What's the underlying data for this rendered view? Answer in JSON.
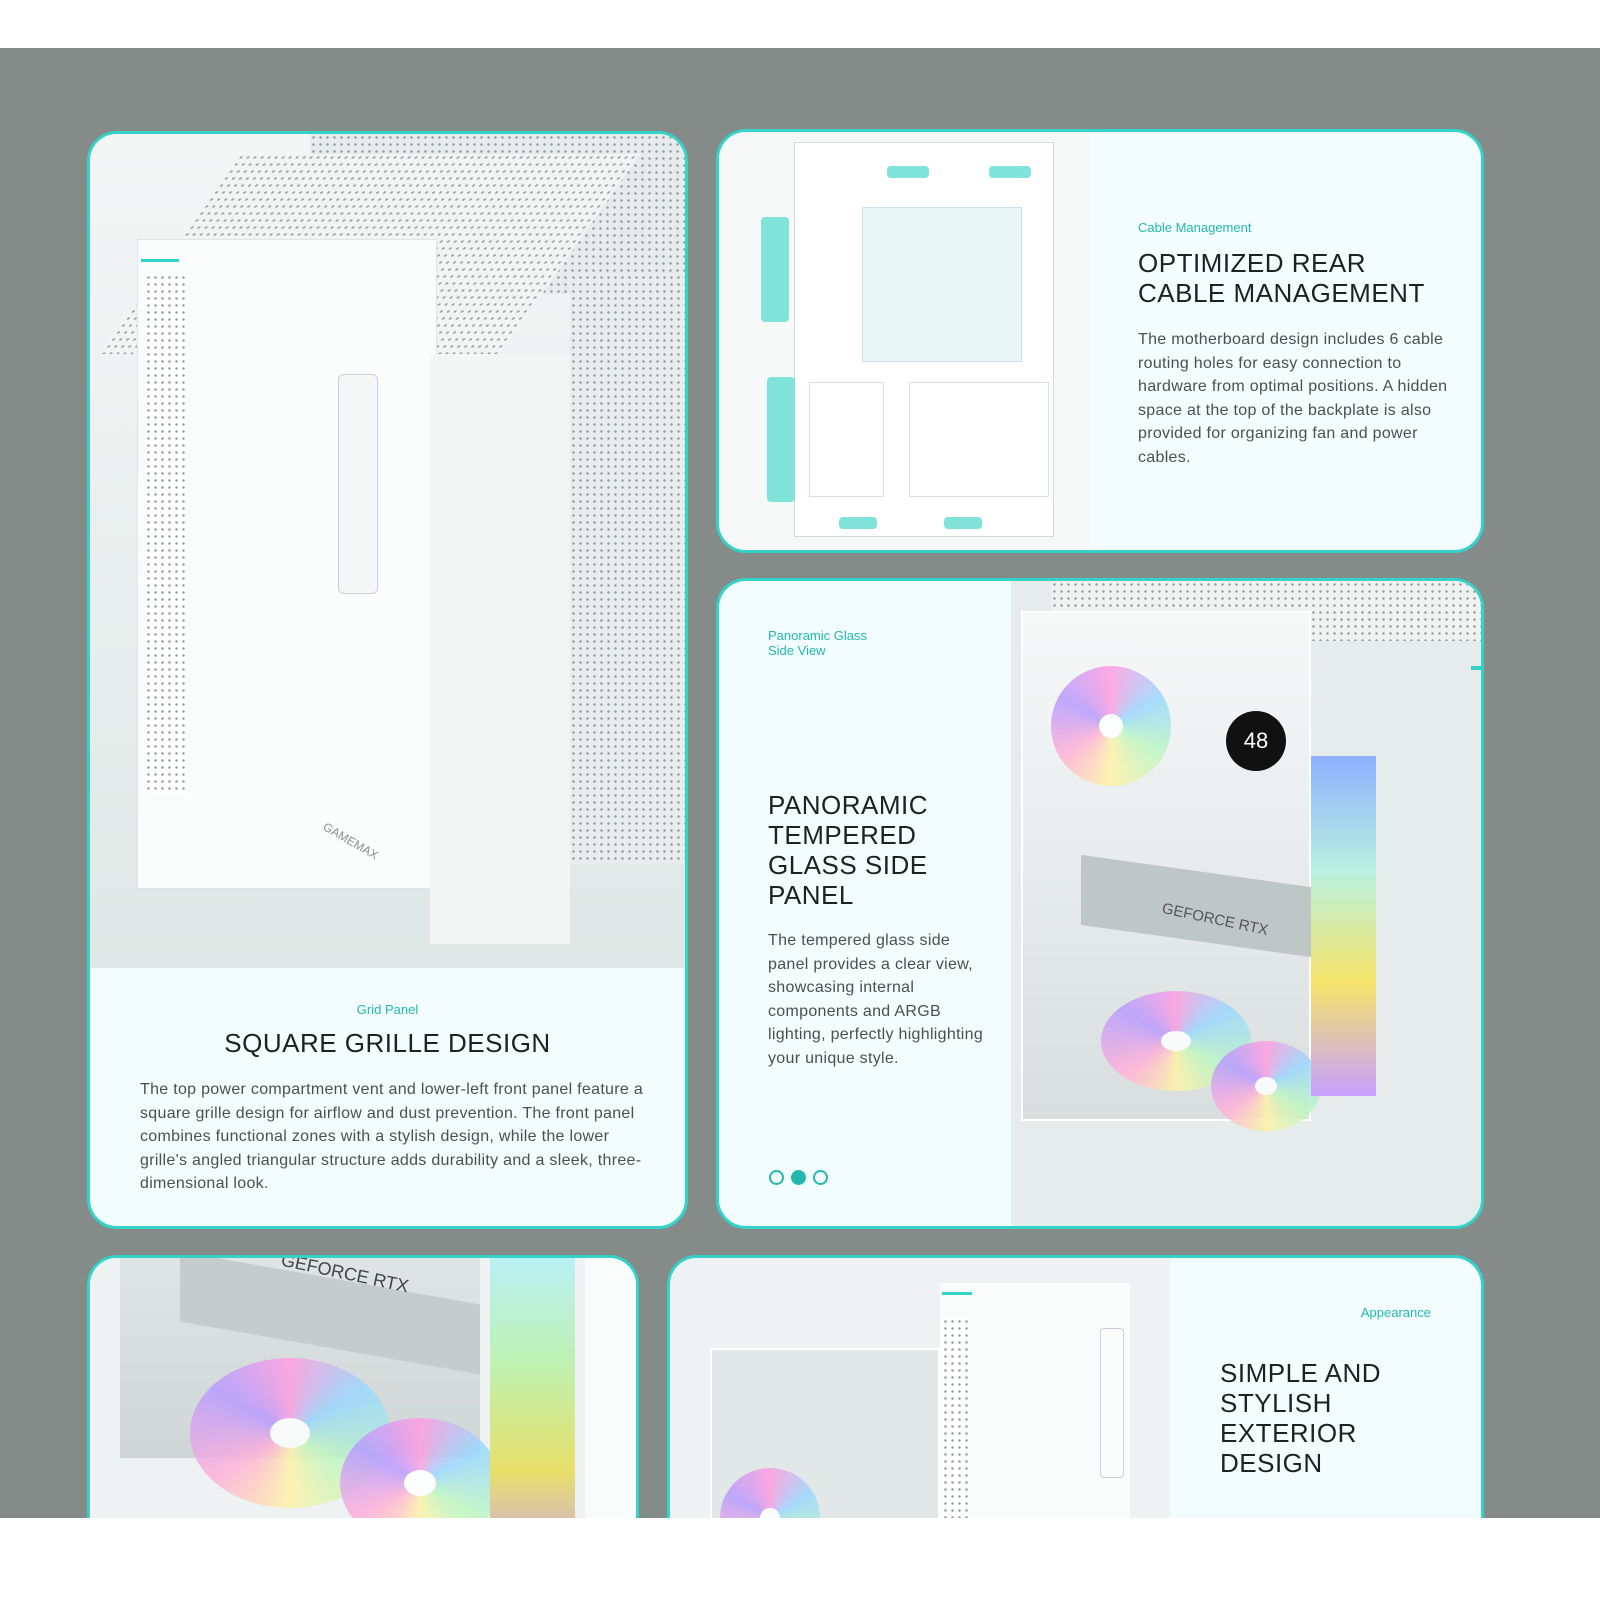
{
  "cards": [
    {
      "eyebrow": "Grid Panel",
      "title": "SQUARE GRILLE DESIGN",
      "body": "The top power compartment vent and lower-left front panel feature a square grille design for airflow and dust prevention. The front panel combines functional zones with a stylish design, while the lower grille's angled triangular structure adds durability and a sleek, three-dimensional look.",
      "brand": "GAMEMAX"
    },
    {
      "eyebrow": "Cable Management",
      "title": "OPTIMIZED REAR CABLE MANAGEMENT",
      "body": "The motherboard design includes 6 cable routing holes for easy connection to hardware from optimal positions. A hidden space at the top of the backplate is also provided for organizing fan and power cables."
    },
    {
      "eyebrow": "Panoramic Glass Side View",
      "title": "PANORAMIC TEMPERED GLASS SIDE PANEL",
      "body": "The tempered glass side panel provides a clear view, showcasing internal components and ARGB lighting, perfectly highlighting your unique style.",
      "gpu_label": "GEFORCE RTX",
      "display_value": "48",
      "carousel": {
        "count": 3,
        "active": 2
      }
    },
    {
      "gpu_label": "GEFORCE RTX"
    },
    {
      "eyebrow": "Appearance",
      "title": "SIMPLE AND STYLISH EXTERIOR DESIGN"
    }
  ],
  "colors": {
    "accent": "#34d3c9",
    "card_bg": "#f3fdfd",
    "page_bg": "#858b89"
  }
}
